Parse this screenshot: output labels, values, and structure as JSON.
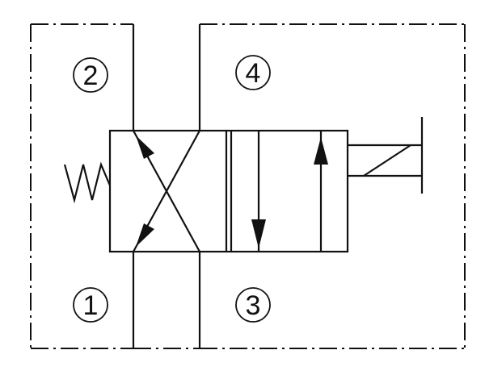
{
  "diagram": {
    "type": "hydraulic-4-way-2-position-solenoid-valve-symbol",
    "ports": [
      {
        "id": "port-2",
        "label": "2"
      },
      {
        "id": "port-4",
        "label": "4"
      },
      {
        "id": "port-1",
        "label": "1"
      },
      {
        "id": "port-3",
        "label": "3"
      }
    ],
    "line_color": "#111111",
    "background": "#ffffff"
  }
}
